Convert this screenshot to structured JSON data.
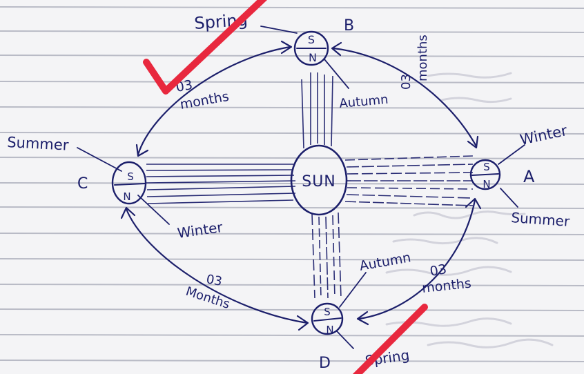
{
  "sun": {
    "label": "SUN"
  },
  "planets": {
    "A": {
      "letter": "A",
      "top": "S",
      "bottom": "N"
    },
    "B": {
      "letter": "B",
      "top": "S",
      "bottom": "N"
    },
    "C": {
      "letter": "C",
      "top": "S",
      "bottom": "N"
    },
    "D": {
      "letter": "D",
      "top": "S",
      "bottom": "N"
    }
  },
  "seasons": {
    "b_left": "Spring",
    "b_right": "Autumn",
    "a_top": "Winter",
    "a_bottom": "Summer",
    "c_top": "Summer",
    "c_bottom": "Winter",
    "d_top": "Autumn",
    "d_bottom": "Spring"
  },
  "durations": {
    "cb": {
      "num": "03",
      "unit": "months"
    },
    "ba": {
      "num": "03",
      "unit": "months"
    },
    "cd": {
      "num": "03",
      "unit": "Months"
    },
    "ad": {
      "num": "03",
      "unit": "months"
    }
  },
  "colors": {
    "ink": "#1c1f6b",
    "check": "#e8283e",
    "paper": "#f4f4f6",
    "rule": "#b9bbc6"
  }
}
